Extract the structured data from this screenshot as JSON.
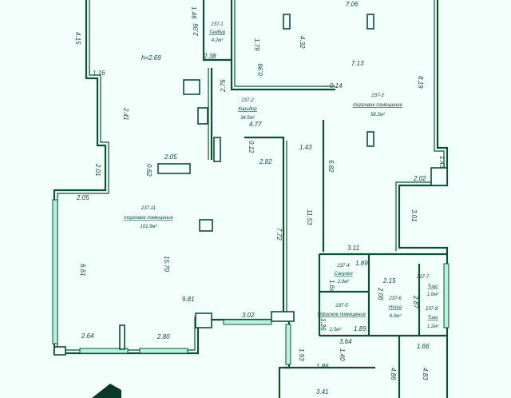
{
  "plan": {
    "height_note": "h=2.69",
    "rooms": [
      {
        "id": "237-1",
        "name": "Тамбур",
        "area": "4.2м²"
      },
      {
        "id": "237-2",
        "name": "Коридор",
        "area": "34.5м²"
      },
      {
        "id": "237-3",
        "name": "торговое помещение",
        "area": "58.3м²"
      },
      {
        "id": "237-4",
        "name": "Санузел",
        "area": "2.0м²"
      },
      {
        "id": "237-5",
        "name": "Офисное помещение",
        "area": "2.5м²"
      },
      {
        "id": "237-6",
        "name": "Ниша",
        "area": "6.0м²"
      },
      {
        "id": "237-7",
        "name": "Тиас",
        "area": "1.0м²"
      },
      {
        "id": "237-8",
        "name": "Тиас",
        "area": "1.2м²"
      },
      {
        "id": "237-11",
        "name": "торговое помещение",
        "area": "101.9м²"
      }
    ],
    "dimensions": [
      "1.46",
      "7.06",
      "4.15",
      "2.06",
      "2.38",
      "1.79",
      "4.32",
      "7.13",
      "1.16",
      "2.76",
      "0.96",
      "0.14",
      "8.19",
      "2.41",
      "4.77",
      "1.43",
      "2.05",
      "0.62",
      "0.12",
      "2.82",
      "6.82",
      "2.01",
      "2.02",
      "1.43",
      "2.05",
      "11.53",
      "3.01",
      "7.72",
      "15.70",
      "6.61",
      "3.11",
      "1.89",
      "1.64",
      "2.08",
      "2.15",
      "2.87",
      "9.81",
      "3.02",
      "1.36",
      "1.89",
      "2.64",
      "2.80",
      "3.64",
      "1.66",
      "1.93",
      "1.40",
      "1.86",
      "4.86",
      "4.83",
      "3.41"
    ]
  }
}
